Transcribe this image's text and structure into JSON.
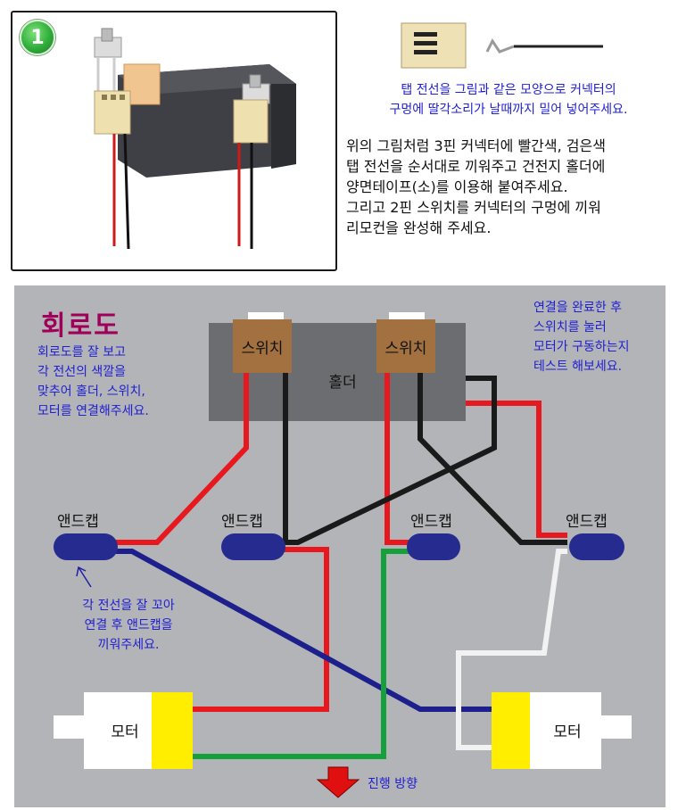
{
  "step": {
    "number": "1"
  },
  "top": {
    "connector_caption": [
      "탭 전선을 그림과 같은 모양으로 커넥터의",
      "구멍에 딸각소리가 날때까지 밀어 넣어주세요."
    ],
    "instructions": [
      "위의 그림처럼 3핀 커넥터에 빨간색, 검은색",
      "탭 전선을 순서대로 끼워주고 건전지 홀더에",
      "양면테이프(소)를 이용해 붙여주세요.",
      "그리고 2핀 스위치를 커넥터의 구멍에 끼워",
      "리모컨을 완성해 주세요."
    ]
  },
  "diagram": {
    "title": "회로도",
    "left_note": [
      "회로도를 잘 보고",
      "각 전선의 색깔을",
      "맞추어 홀더, 스위치,",
      "모터를 연결해주세요."
    ],
    "right_note": [
      "연결을 완료한 후",
      "스위치를 눌러",
      "모터가 구동하는지",
      "테스트 해보세요."
    ],
    "twist_note": [
      "각 전선을 잘 꼬아",
      "연결 후 앤드캡을",
      "끼워주세요."
    ],
    "holder_label": "홀더",
    "switch_labels": [
      "스위치",
      "스위치"
    ],
    "endcap_labels": [
      "앤드캡",
      "앤드캡",
      "앤드캡",
      "앤드캡"
    ],
    "motor_labels": [
      "모터",
      "모터"
    ],
    "direction_label": "진행 방향"
  },
  "colors": {
    "title": "#a0005a",
    "note_text": "#2020d0",
    "wire_red": "#e8191e",
    "wire_black": "#1a1a1a",
    "wire_blue": "#1c1f8c",
    "wire_green": "#16a03c",
    "wire_white": "#f2f2f2",
    "endcap": "#262b8f",
    "switch": "#a3713f",
    "holder": "#6c6d71",
    "motor_cap": "#ffee00",
    "arrow": "#e01010"
  }
}
